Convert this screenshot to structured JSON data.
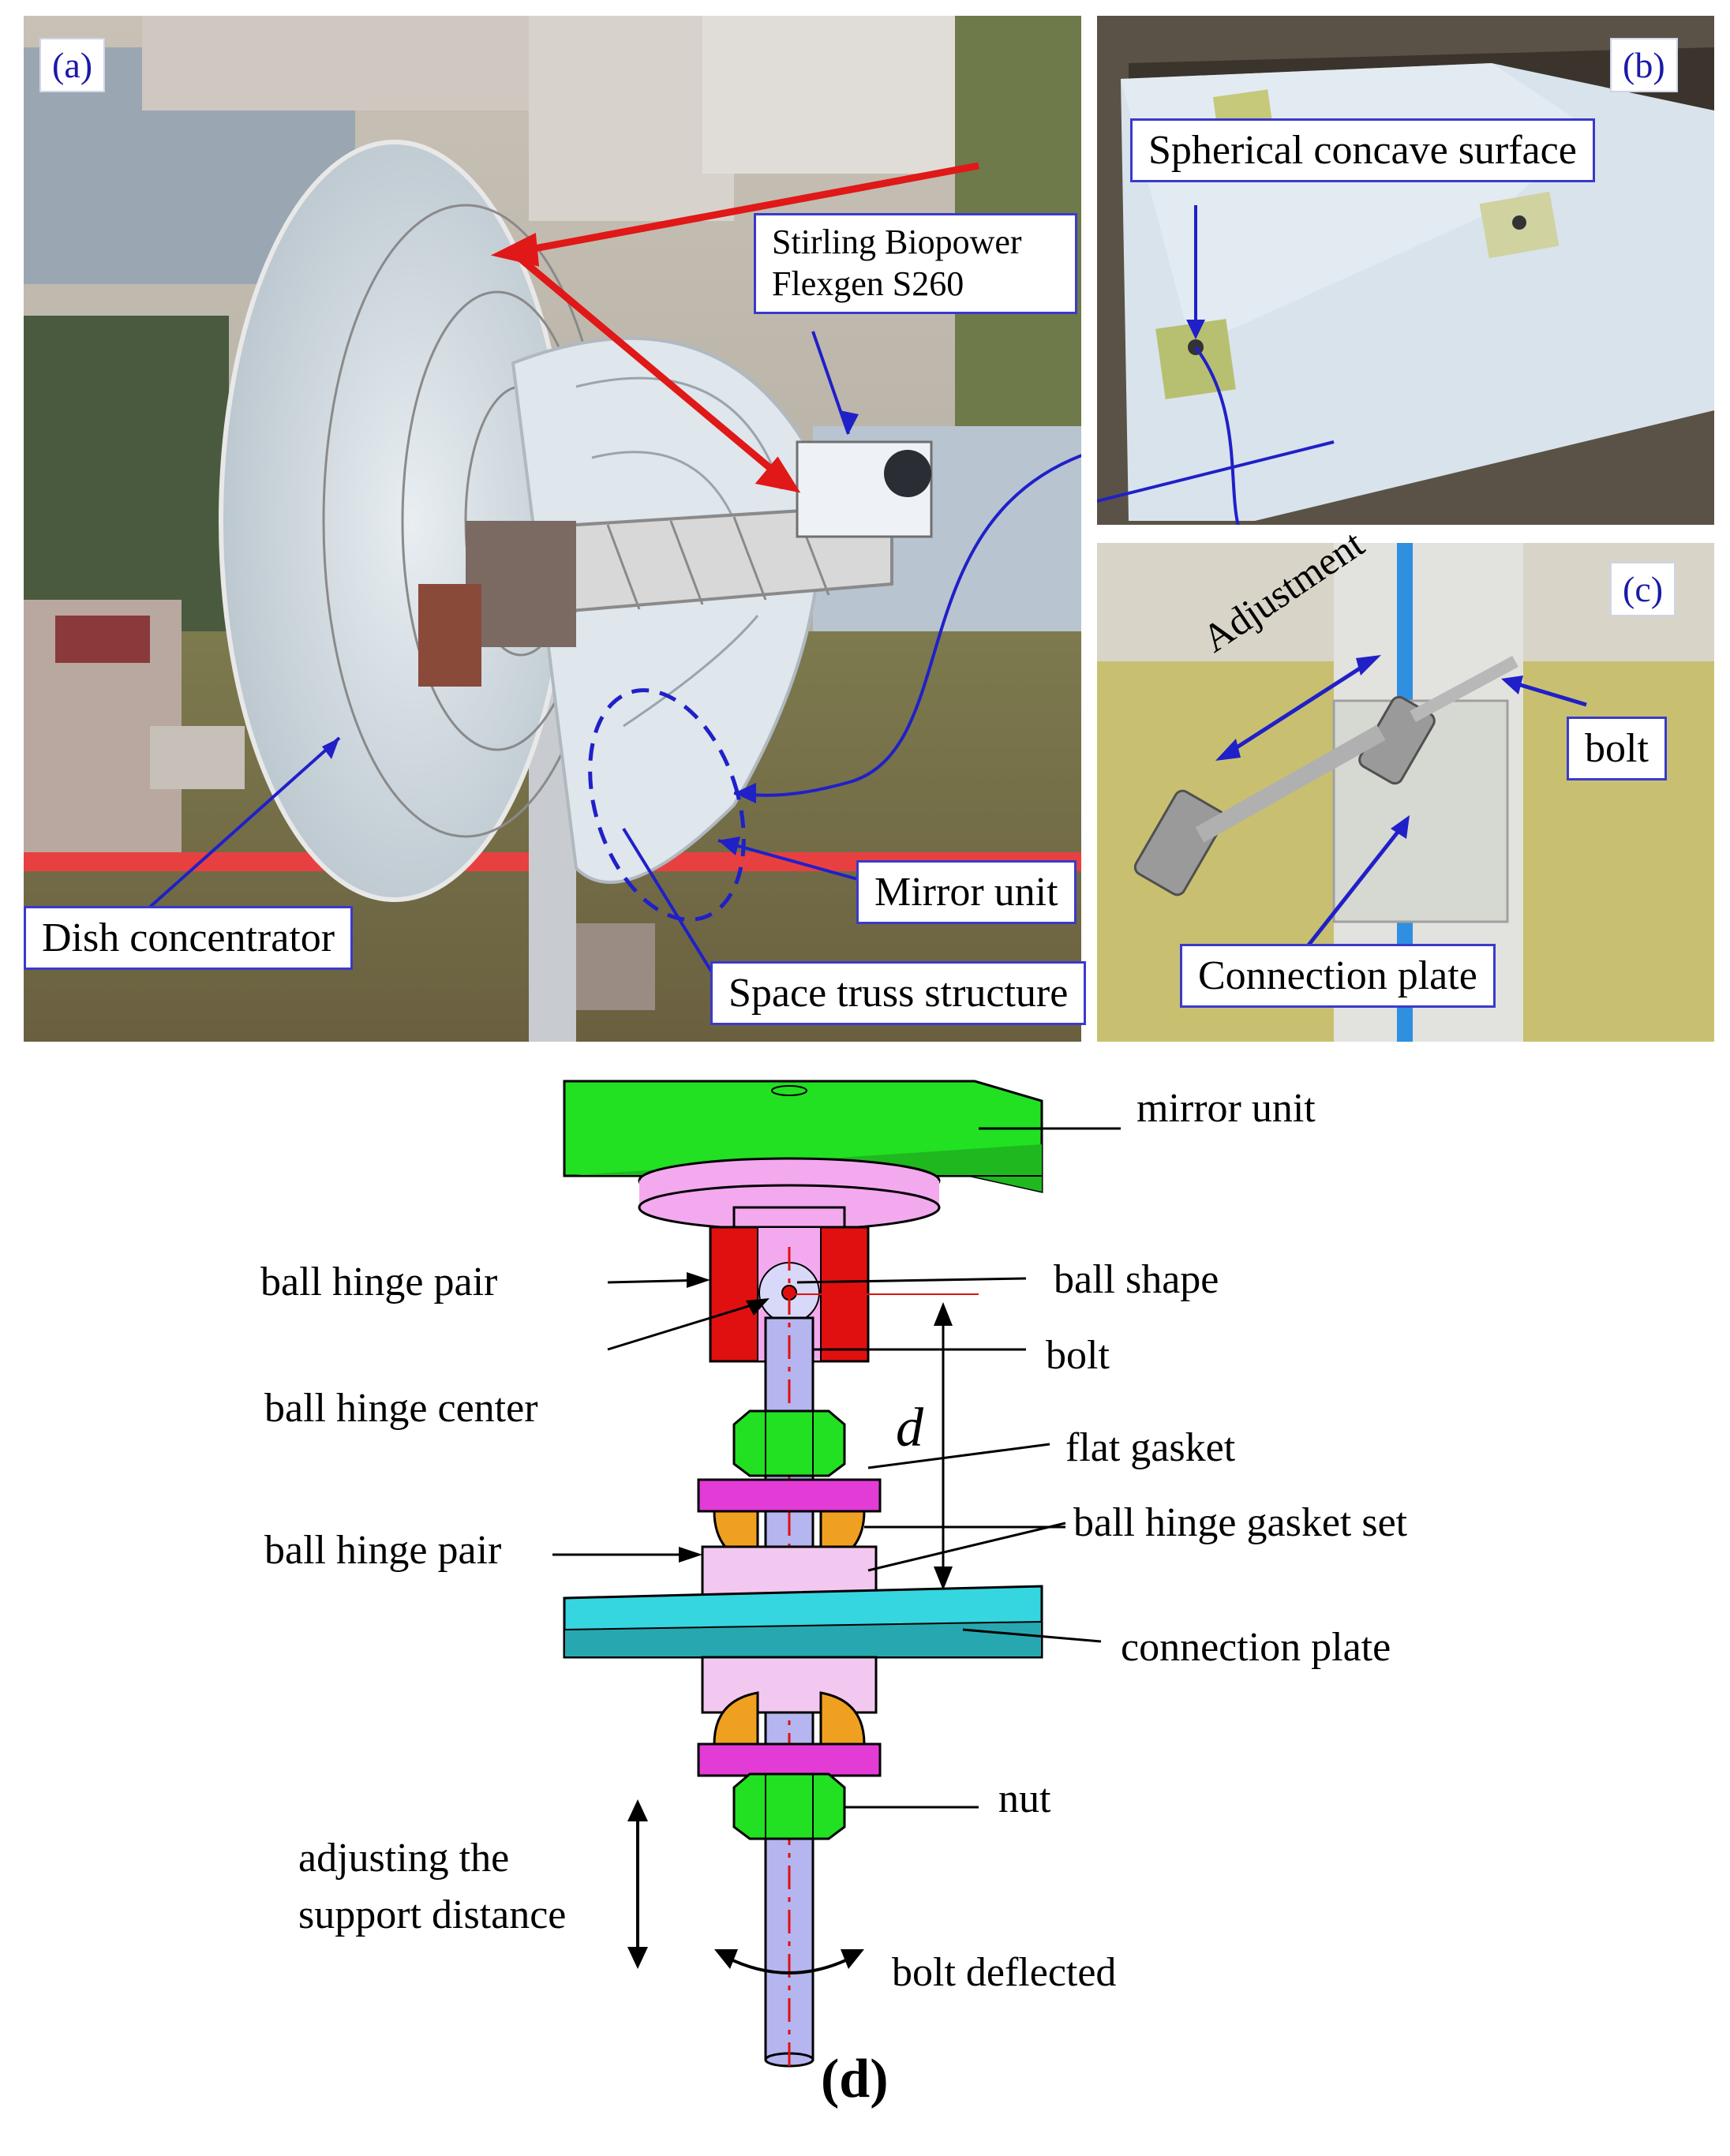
{
  "panels": {
    "a": {
      "tag": "(a)"
    },
    "b": {
      "tag": "(b)"
    },
    "c": {
      "tag": "(c)"
    },
    "d": {
      "tag": "(d)"
    }
  },
  "callouts_a": {
    "stirling": "Stirling Biopower Flexgen S260",
    "dish": "Dish concentrator",
    "mirror_unit": "Mirror unit",
    "space_truss": "Space truss structure"
  },
  "callouts_b": {
    "spherical": "Spherical concave surface"
  },
  "callouts_c": {
    "adjustment": "Adjustment",
    "bolt": "bolt",
    "connection_plate": "Connection plate"
  },
  "diagram_d": {
    "mirror_unit": "mirror unit",
    "ball_hinge_pair_top": "ball hinge pair",
    "ball_shape": "ball shape",
    "bolt": "bolt",
    "ball_hinge_center": "ball hinge center",
    "d_symbol": "d",
    "flat_gasket": "flat gasket",
    "ball_hinge_gasket_set": "ball hinge gasket set",
    "ball_hinge_pair_bottom": "ball hinge pair",
    "connection_plate": "connection plate",
    "nut": "nut",
    "adjusting_line1": "adjusting the",
    "adjusting_line2": "support distance",
    "bolt_deflected": "bolt deflected"
  },
  "colors": {
    "label_blue": "#1a1aa8",
    "callout_border": "#3a3acb",
    "mirror_green": "#22e022",
    "pink": "#f3a9ee",
    "red": "#e01010",
    "cyan": "#35d6e0",
    "magenta": "#e23bd6",
    "orange": "#f0a020",
    "bolt_lilac": "#b5b5f0"
  }
}
